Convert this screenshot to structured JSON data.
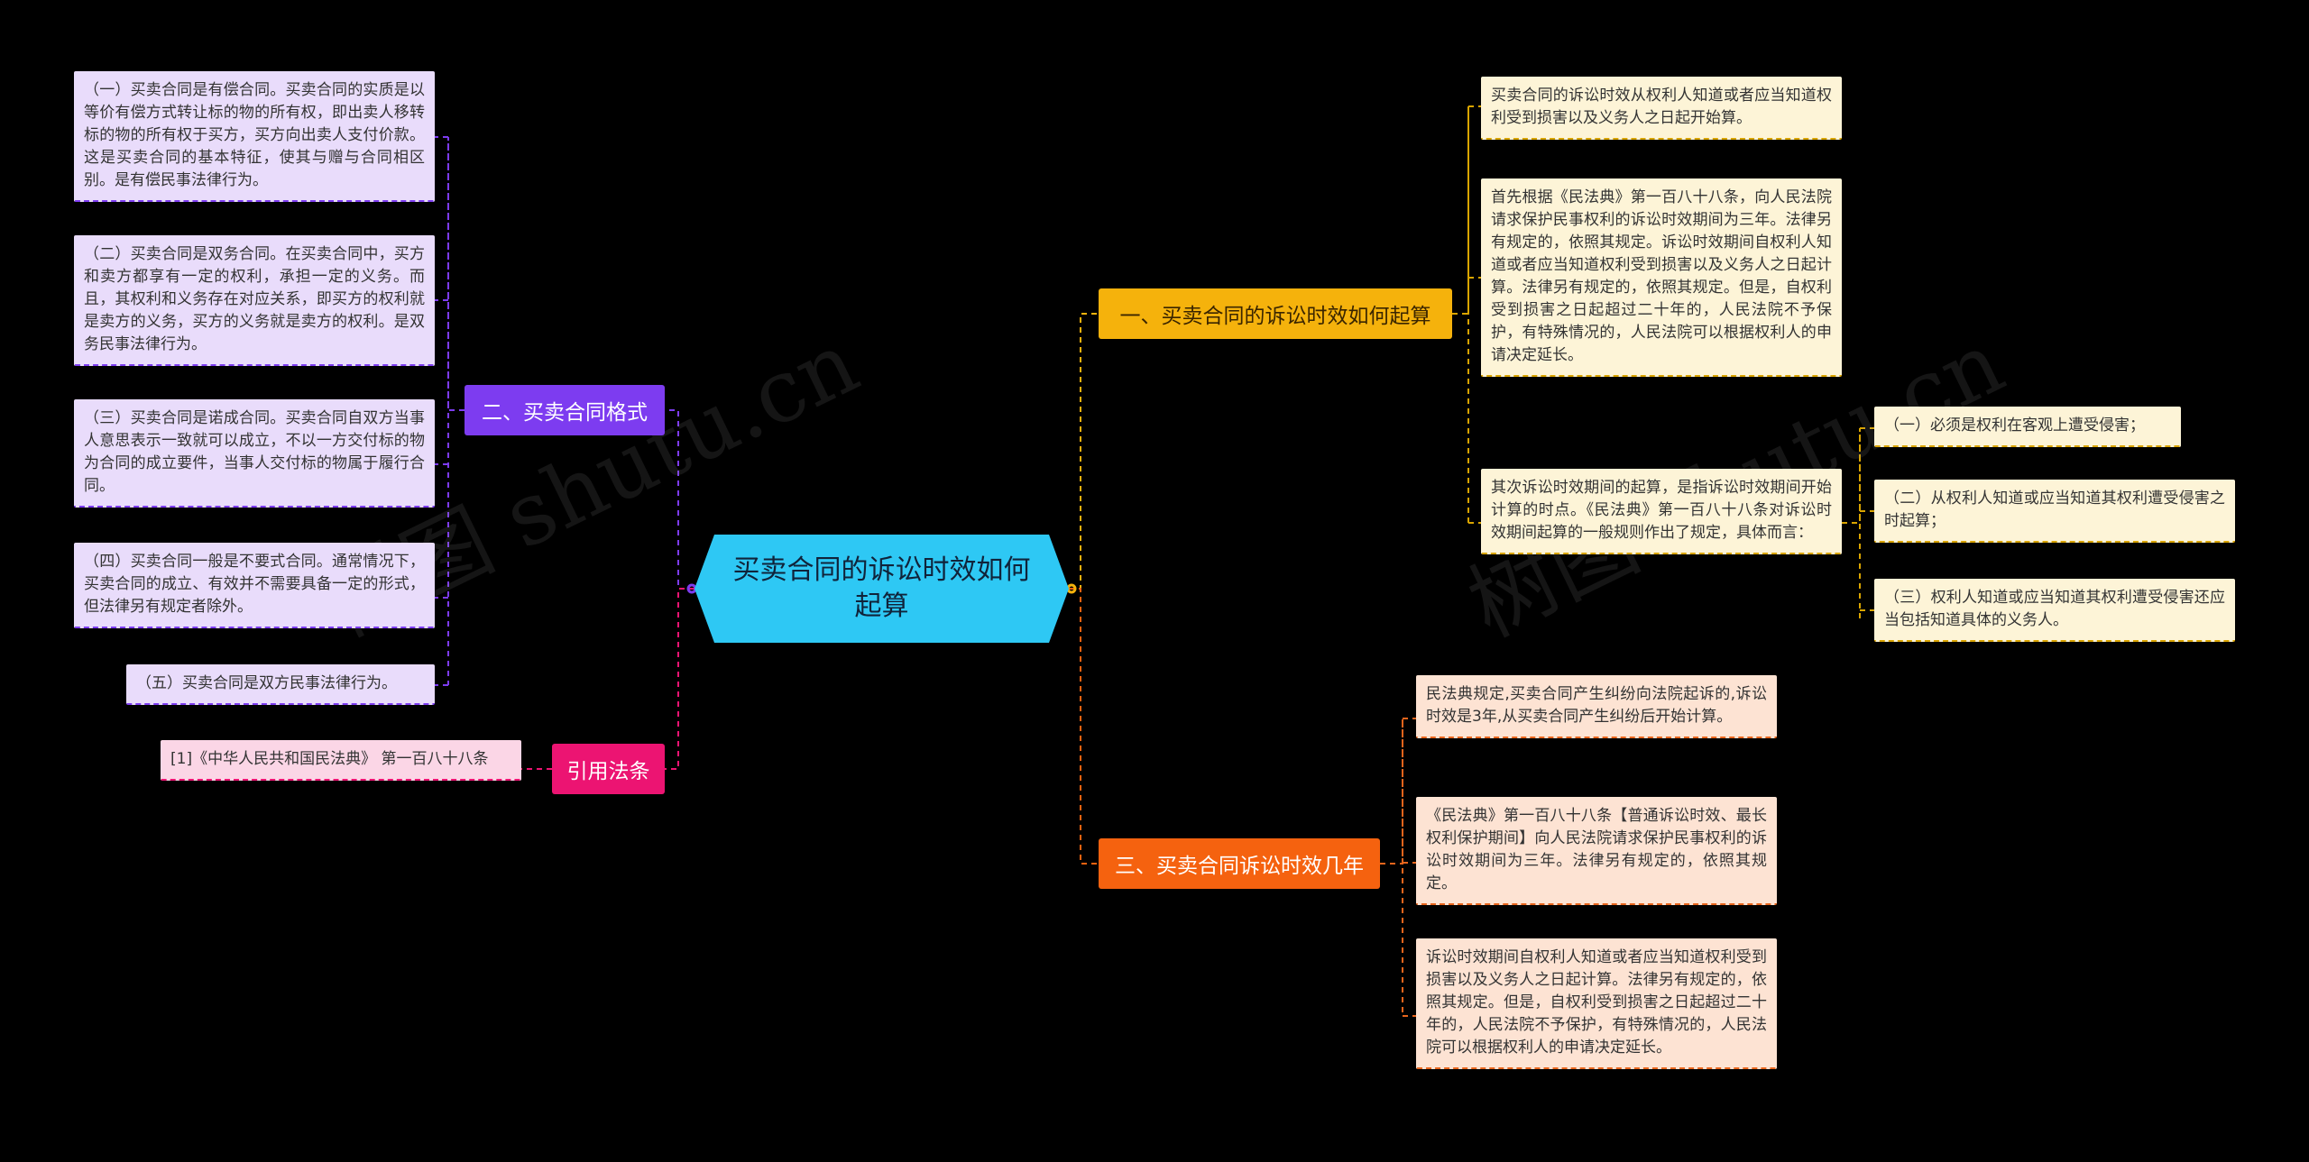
{
  "watermark": "树图 shutu.cn",
  "colors": {
    "background": "#000000",
    "center": "#2ec8f4",
    "branch_1": "#f5b20c",
    "branch_3": "#f5620f",
    "branch_2": "#7d3cf0",
    "branch_cite": "#ec1472"
  },
  "center": {
    "title": "买卖合同的诉讼时效如何起算"
  },
  "branch1": {
    "title": "一、买卖合同的诉讼时效如何起算",
    "leaf1": "买卖合同的诉讼时效从权利人知道或者应当知道权利受到损害以及义务人之日起开始算。",
    "leaf2": "首先根据《民法典》第一百八十八条，向人民法院请求保护民事权利的诉讼时效期间为三年。法律另有规定的，依照其规定。诉讼时效期间自权利人知道或者应当知道权利受到损害以及义务人之日起计算。法律另有规定的，依照其规定。但是，自权利受到损害之日起超过二十年的，人民法院不予保护，有特殊情况的，人民法院可以根据权利人的申请决定延长。",
    "leaf3": "其次诉讼时效期间的起算，是指诉讼时效期间开始计算的时点。《民法典》第一百八十八条对诉讼时效期间起算的一般规则作出了规定，具体而言：",
    "sub1": "（一）必须是权利在客观上遭受侵害；",
    "sub2": "（二）从权利人知道或应当知道其权利遭受侵害之时起算；",
    "sub3": "（三）权利人知道或应当知道其权利遭受侵害还应当包括知道具体的义务人。"
  },
  "branch3": {
    "title": "三、买卖合同诉讼时效几年",
    "leaf1": "民法典规定,买卖合同产生纠纷向法院起诉的,诉讼时效是3年,从买卖合同产生纠纷后开始计算。",
    "leaf2": "《民法典》第一百八十八条【普通诉讼时效、最长权利保护期间】向人民法院请求保护民事权利的诉讼时效期间为三年。法律另有规定的，依照其规定。",
    "leaf3": "诉讼时效期间自权利人知道或者应当知道权利受到损害以及义务人之日起计算。法律另有规定的，依照其规定。但是，自权利受到损害之日起超过二十年的，人民法院不予保护，有特殊情况的，人民法院可以根据权利人的申请决定延长。"
  },
  "branch2": {
    "title": "二、买卖合同格式",
    "leaf1": "（一）买卖合同是有偿合同。买卖合同的实质是以等价有偿方式转让标的物的所有权，即出卖人移转标的物的所有权于买方，买方向出卖人支付价款。这是买卖合同的基本特征，使其与赠与合同相区别。是有偿民事法律行为。",
    "leaf2": "（二）买卖合同是双务合同。在买卖合同中，买方和卖方都享有一定的权利，承担一定的义务。而且，其权利和义务存在对应关系，即买方的权利就是卖方的义务，买方的义务就是卖方的权利。是双务民事法律行为。",
    "leaf3": "（三）买卖合同是诺成合同。买卖合同自双方当事人意思表示一致就可以成立，不以一方交付标的物为合同的成立要件，当事人交付标的物属于履行合同。",
    "leaf4": "（四）买卖合同一般是不要式合同。通常情况下，买卖合同的成立、有效并不需要具备一定的形式，但法律另有规定者除外。",
    "leaf5": "（五）买卖合同是双方民事法律行为。"
  },
  "cite": {
    "title": "引用法条",
    "leaf1": "[1]《中华人民共和国民法典》 第一百八十八条"
  }
}
